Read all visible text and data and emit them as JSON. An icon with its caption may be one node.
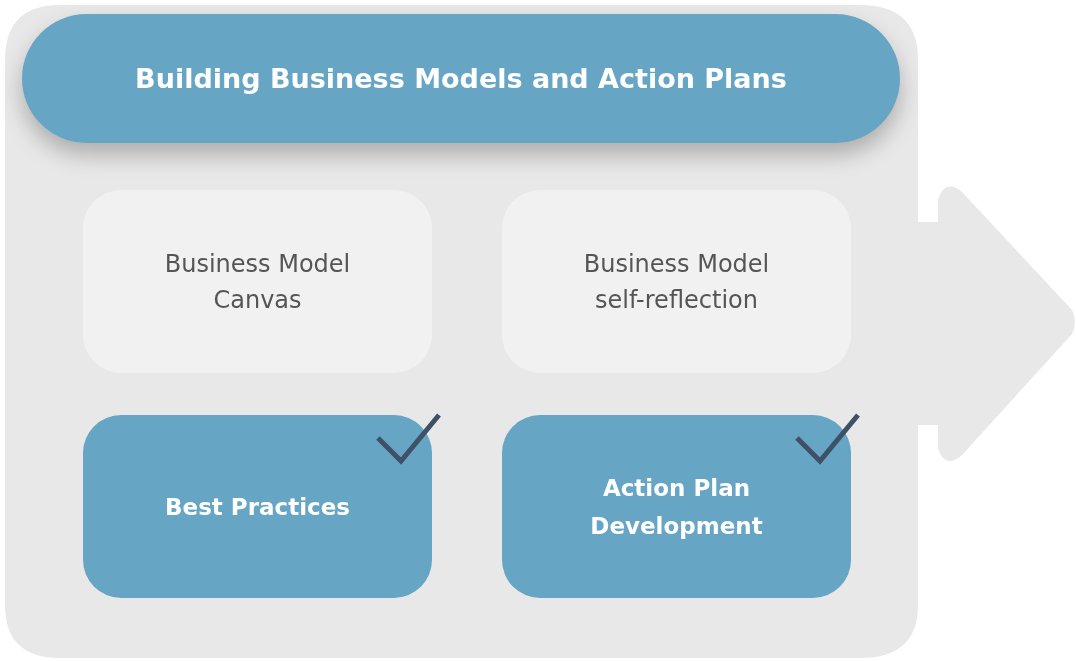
{
  "diagram": {
    "nodes": [
      {
        "text": [],
        "shape": "arrow"
      },
      {
        "text": [
          "Building Business Models and Action Plans"
        ],
        "in": 0
      },
      {
        "text": [
          "Business Model Canvas"
        ],
        "in": 0
      },
      {
        "text": [
          "Business Model self-reflection"
        ],
        "in": 0
      },
      {
        "text": [
          "Best Practices"
        ],
        "in": 0
      },
      {
        "text": [
          "Action Plan Development"
        ],
        "in": 0
      }
    ],
    "edges": []
  }
}
